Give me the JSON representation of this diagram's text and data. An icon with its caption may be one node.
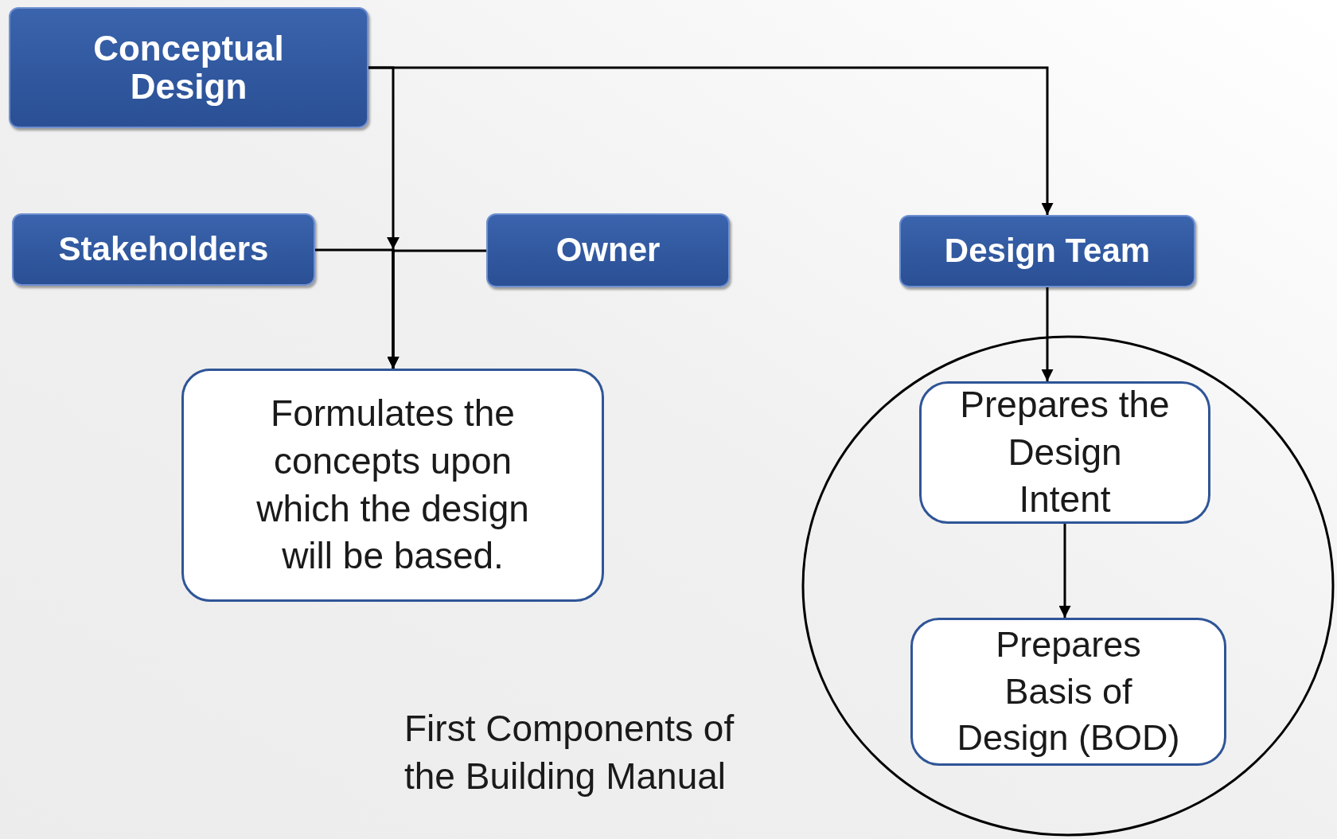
{
  "diagram": {
    "nodes": [
      {
        "text": [
          "Conceptual Design"
        ]
      },
      {
        "text": [
          "Stakeholders"
        ]
      },
      {
        "text": [
          "Owner"
        ]
      },
      {
        "text": [
          "Design Team"
        ]
      },
      {
        "text": [
          "Formulates the concepts upon which the design will be based."
        ]
      },
      {
        "text": [],
        "shape": "circle"
      },
      {
        "text": [
          "Prepares the Design Intent"
        ],
        "in": 5
      },
      {
        "text": [
          "Prepares Basis of Design (BOD)"
        ],
        "in": 5
      }
    ],
    "edges": [
      {
        "from": 0,
        "to": 4,
        "arrow": "to"
      },
      {
        "from": 1,
        "to": 4,
        "arrow": "to"
      },
      {
        "from": 2,
        "to": 4,
        "arrow": "to"
      },
      {
        "from": 0,
        "to": 3,
        "arrow": "to"
      },
      {
        "from": 3,
        "to": 6,
        "arrow": "to"
      },
      {
        "from": 6,
        "to": 7,
        "arrow": "to"
      }
    ],
    "labels": [
      "First Components of the Building Manual"
    ]
  }
}
